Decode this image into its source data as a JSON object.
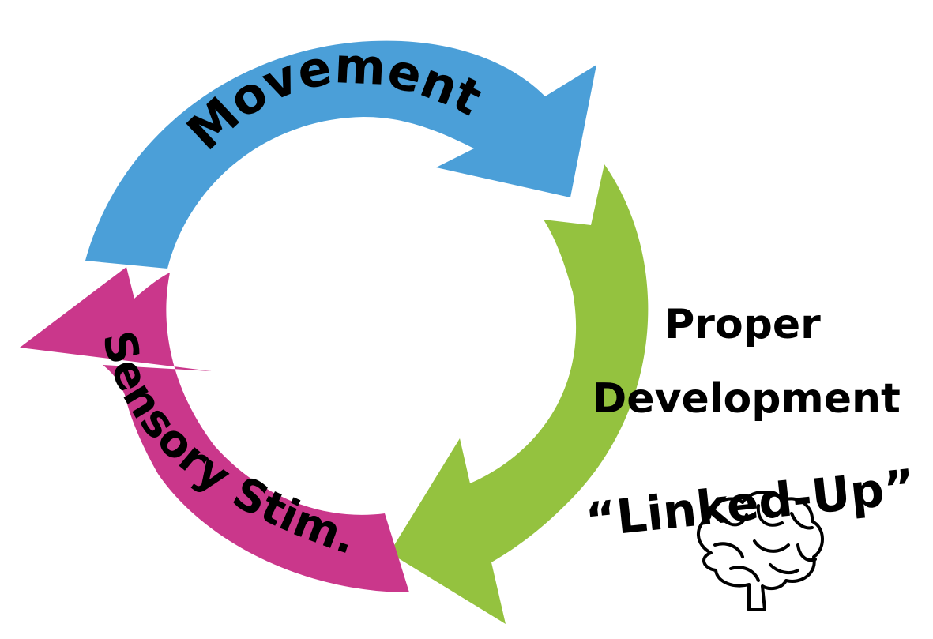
{
  "diagram": {
    "type": "cycle",
    "steps": [
      {
        "label": "Movement",
        "color": "#4b9fd8"
      },
      {
        "label": "Proper Development",
        "color": "#94c23f"
      },
      {
        "label": "Sensory Stim.",
        "color": "#ca378b"
      }
    ],
    "side_text": {
      "line1": "Proper",
      "line2": "Development",
      "line3": "“Linked-Up”"
    },
    "icon": "brain-icon"
  }
}
